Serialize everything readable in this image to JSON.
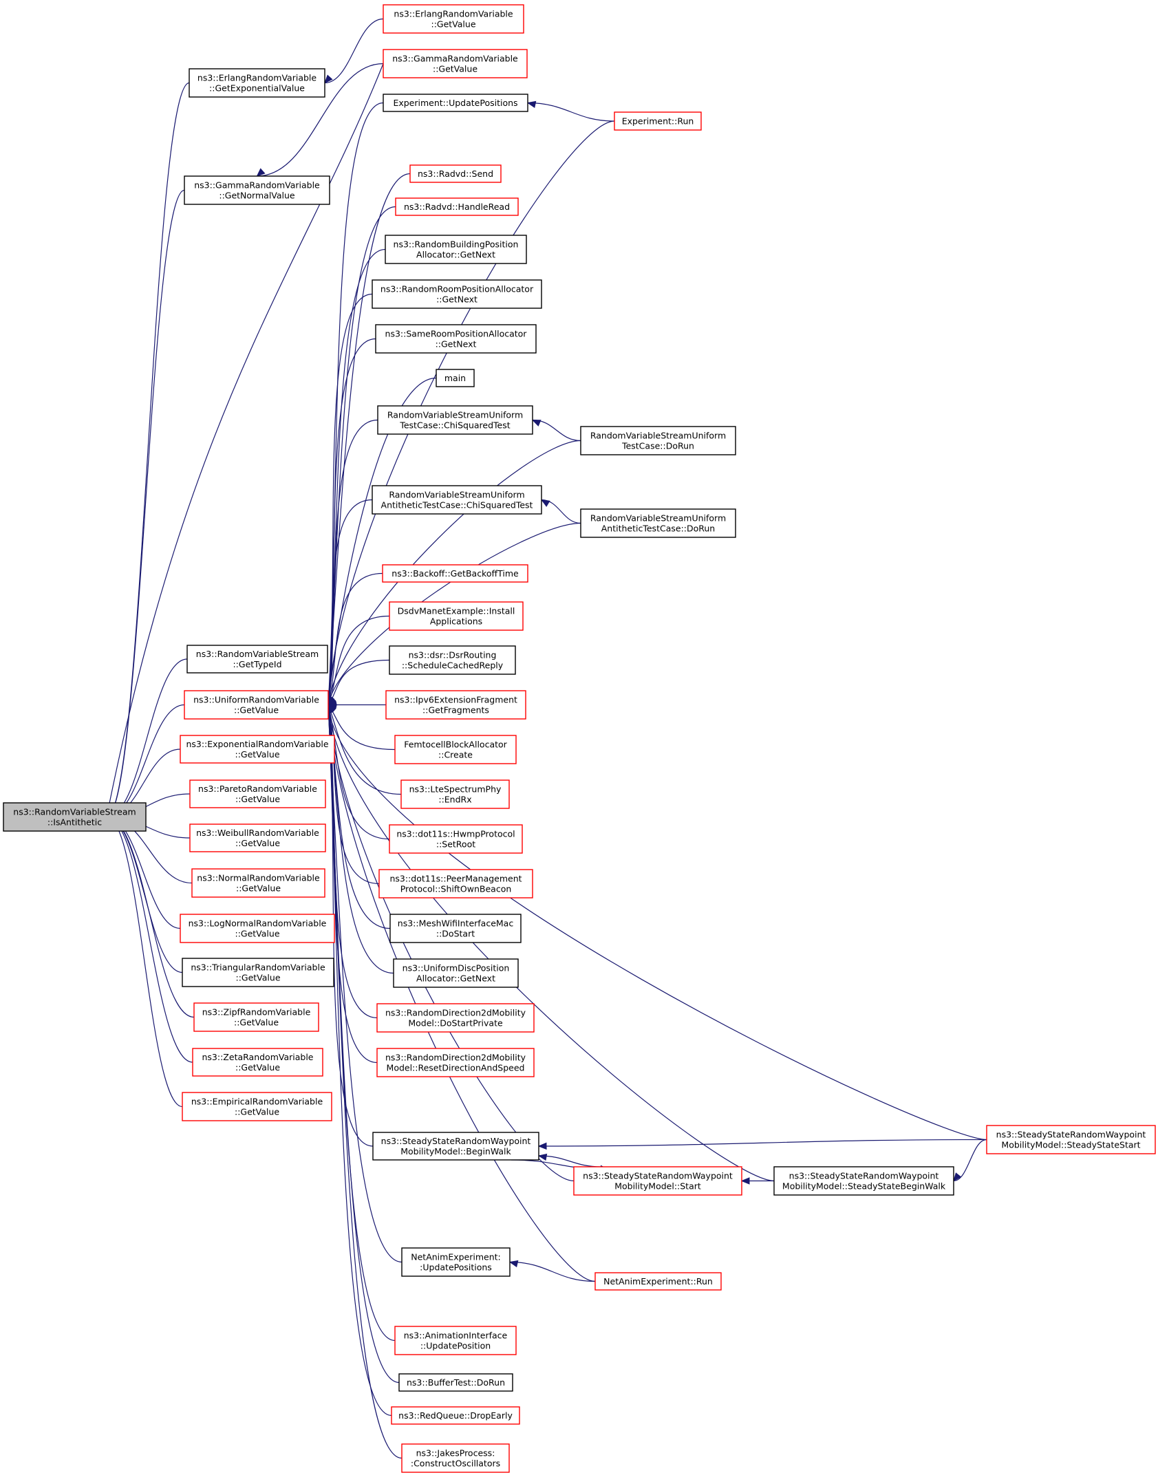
{
  "colors": {
    "edge": "#191970",
    "border_plain": "#000000",
    "border_incomplete": "#ff0000",
    "root_fill": "#bfbfbf",
    "node_fill": "#ffffff"
  },
  "root": {
    "id": "root",
    "lines": [
      "ns3::RandomVariableStream",
      "::IsAntithetic"
    ]
  },
  "callers": [
    {
      "id": "erlang_exp",
      "lines": [
        "ns3::ErlangRandomVariable",
        "::GetExponentialValue"
      ],
      "border": "black"
    },
    {
      "id": "gamma_norm",
      "lines": [
        "ns3::GammaRandomVariable",
        "::GetNormalValue"
      ],
      "border": "black"
    },
    {
      "id": "rvs_typeid",
      "lines": [
        "ns3::RandomVariableStream",
        "::GetTypeId"
      ],
      "border": "black"
    },
    {
      "id": "uniform_gv",
      "lines": [
        "ns3::UniformRandomVariable",
        "::GetValue"
      ],
      "border": "red"
    },
    {
      "id": "expo_gv",
      "lines": [
        "ns3::ExponentialRandomVariable",
        "::GetValue"
      ],
      "border": "red"
    },
    {
      "id": "pareto_gv",
      "lines": [
        "ns3::ParetoRandomVariable",
        "::GetValue"
      ],
      "border": "red"
    },
    {
      "id": "weibull_gv",
      "lines": [
        "ns3::WeibullRandomVariable",
        "::GetValue"
      ],
      "border": "red"
    },
    {
      "id": "normal_gv",
      "lines": [
        "ns3::NormalRandomVariable",
        "::GetValue"
      ],
      "border": "red"
    },
    {
      "id": "lognormal_gv",
      "lines": [
        "ns3::LogNormalRandomVariable",
        "::GetValue"
      ],
      "border": "red"
    },
    {
      "id": "triangular_gv",
      "lines": [
        "ns3::TriangularRandomVariable",
        "::GetValue"
      ],
      "border": "black"
    },
    {
      "id": "zipf_gv",
      "lines": [
        "ns3::ZipfRandomVariable",
        "::GetValue"
      ],
      "border": "red"
    },
    {
      "id": "zeta_gv",
      "lines": [
        "ns3::ZetaRandomVariable",
        "::GetValue"
      ],
      "border": "red"
    },
    {
      "id": "empirical_gv",
      "lines": [
        "ns3::EmpiricalRandomVariable",
        "::GetValue"
      ],
      "border": "red"
    },
    {
      "id": "erlang_gv",
      "lines": [
        "ns3::ErlangRandomVariable",
        "::GetValue"
      ],
      "border": "red"
    },
    {
      "id": "gamma_gv",
      "lines": [
        "ns3::GammaRandomVariable",
        "::GetValue"
      ],
      "border": "red"
    },
    {
      "id": "exp_updpos",
      "lines": [
        "Experiment::UpdatePositions"
      ],
      "border": "black"
    },
    {
      "id": "exp_run",
      "lines": [
        "Experiment::Run"
      ],
      "border": "red"
    },
    {
      "id": "radvd_send",
      "lines": [
        "ns3::Radvd::Send"
      ],
      "border": "red"
    },
    {
      "id": "radvd_hr",
      "lines": [
        "ns3::Radvd::HandleRead"
      ],
      "border": "red"
    },
    {
      "id": "rbpa",
      "lines": [
        "ns3::RandomBuildingPosition",
        "Allocator::GetNext"
      ],
      "border": "black"
    },
    {
      "id": "rrpa",
      "lines": [
        "ns3::RandomRoomPositionAllocator",
        "::GetNext"
      ],
      "border": "black"
    },
    {
      "id": "srpa",
      "lines": [
        "ns3::SameRoomPositionAllocator",
        "::GetNext"
      ],
      "border": "black"
    },
    {
      "id": "main",
      "lines": [
        "main"
      ],
      "border": "black"
    },
    {
      "id": "rvsu_chi",
      "lines": [
        "RandomVariableStreamUniform",
        "TestCase::ChiSquaredTest"
      ],
      "border": "black"
    },
    {
      "id": "rvsu_dorun",
      "lines": [
        "RandomVariableStreamUniform",
        "TestCase::DoRun"
      ],
      "border": "black"
    },
    {
      "id": "rvsua_chi",
      "lines": [
        "RandomVariableStreamUniform",
        "AntitheticTestCase::ChiSquaredTest"
      ],
      "border": "black"
    },
    {
      "id": "rvsua_dorun",
      "lines": [
        "RandomVariableStreamUniform",
        "AntitheticTestCase::DoRun"
      ],
      "border": "black"
    },
    {
      "id": "backoff",
      "lines": [
        "ns3::Backoff::GetBackoffTime"
      ],
      "border": "red"
    },
    {
      "id": "dsdv",
      "lines": [
        "DsdvManetExample::Install",
        "Applications"
      ],
      "border": "red"
    },
    {
      "id": "dsr",
      "lines": [
        "ns3::dsr::DsrRouting",
        "::ScheduleCachedReply"
      ],
      "border": "black"
    },
    {
      "id": "ipv6frag",
      "lines": [
        "ns3::Ipv6ExtensionFragment",
        "::GetFragments"
      ],
      "border": "red"
    },
    {
      "id": "femto",
      "lines": [
        "FemtocellBlockAllocator",
        "::Create"
      ],
      "border": "red"
    },
    {
      "id": "lte",
      "lines": [
        "ns3::LteSpectrumPhy",
        "::EndRx"
      ],
      "border": "red"
    },
    {
      "id": "hwmp",
      "lines": [
        "ns3::dot11s::HwmpProtocol",
        "::SetRoot"
      ],
      "border": "red"
    },
    {
      "id": "peer",
      "lines": [
        "ns3::dot11s::PeerManagement",
        "Protocol::ShiftOwnBeacon"
      ],
      "border": "red"
    },
    {
      "id": "meshwifi",
      "lines": [
        "ns3::MeshWifiInterfaceMac",
        "::DoStart"
      ],
      "border": "black"
    },
    {
      "id": "udpa",
      "lines": [
        "ns3::UniformDiscPosition",
        "Allocator::GetNext"
      ],
      "border": "black"
    },
    {
      "id": "rd2d_start",
      "lines": [
        "ns3::RandomDirection2dMobility",
        "Model::DoStartPrivate"
      ],
      "border": "red"
    },
    {
      "id": "rd2d_reset",
      "lines": [
        "ns3::RandomDirection2dMobility",
        "Model::ResetDirectionAndSpeed"
      ],
      "border": "red"
    },
    {
      "id": "ssrwp_ss",
      "lines": [
        "ns3::SteadyStateRandomWaypoint",
        "MobilityModel::SteadyStateStart"
      ],
      "border": "red"
    },
    {
      "id": "ssrwp_bw",
      "lines": [
        "ns3::SteadyStateRandomWaypoint",
        "MobilityModel::BeginWalk"
      ],
      "border": "black"
    },
    {
      "id": "ssrwp_start",
      "lines": [
        "ns3::SteadyStateRandomWaypoint",
        "MobilityModel::Start"
      ],
      "border": "red"
    },
    {
      "id": "ssrwp_ssbw",
      "lines": [
        "ns3::SteadyStateRandomWaypoint",
        "MobilityModel::SteadyStateBeginWalk"
      ],
      "border": "black"
    },
    {
      "id": "nae_upd",
      "lines": [
        "NetAnimExperiment:",
        ":UpdatePositions"
      ],
      "border": "black"
    },
    {
      "id": "nae_run",
      "lines": [
        "NetAnimExperiment::Run"
      ],
      "border": "red"
    },
    {
      "id": "anim",
      "lines": [
        "ns3::AnimationInterface",
        "::UpdatePosition"
      ],
      "border": "red"
    },
    {
      "id": "buffer",
      "lines": [
        "ns3::BufferTest::DoRun"
      ],
      "border": "black"
    },
    {
      "id": "red",
      "lines": [
        "ns3::RedQueue::DropEarly"
      ],
      "border": "red"
    },
    {
      "id": "jakes",
      "lines": [
        "ns3::JakesProcess:",
        ":ConstructOscillators"
      ],
      "border": "red"
    }
  ],
  "edges": [
    [
      "root",
      "erlang_exp"
    ],
    [
      "root",
      "gamma_norm"
    ],
    [
      "root",
      "gamma_gv"
    ],
    [
      "root",
      "rvs_typeid"
    ],
    [
      "root",
      "uniform_gv"
    ],
    [
      "root",
      "expo_gv"
    ],
    [
      "root",
      "pareto_gv"
    ],
    [
      "root",
      "weibull_gv"
    ],
    [
      "root",
      "normal_gv"
    ],
    [
      "root",
      "lognormal_gv"
    ],
    [
      "root",
      "triangular_gv"
    ],
    [
      "root",
      "zipf_gv"
    ],
    [
      "root",
      "zeta_gv"
    ],
    [
      "root",
      "empirical_gv"
    ],
    [
      "erlang_exp",
      "erlang_gv"
    ],
    [
      "gamma_norm",
      "gamma_gv"
    ],
    [
      "uniform_gv",
      "exp_updpos"
    ],
    [
      "uniform_gv",
      "exp_run"
    ],
    [
      "uniform_gv",
      "radvd_send"
    ],
    [
      "uniform_gv",
      "radvd_hr"
    ],
    [
      "uniform_gv",
      "rbpa"
    ],
    [
      "uniform_gv",
      "rrpa"
    ],
    [
      "uniform_gv",
      "srpa"
    ],
    [
      "uniform_gv",
      "main"
    ],
    [
      "uniform_gv",
      "rvsu_chi"
    ],
    [
      "uniform_gv",
      "rvsu_dorun"
    ],
    [
      "uniform_gv",
      "rvsua_chi"
    ],
    [
      "uniform_gv",
      "rvsua_dorun"
    ],
    [
      "uniform_gv",
      "backoff"
    ],
    [
      "uniform_gv",
      "dsdv"
    ],
    [
      "uniform_gv",
      "dsr"
    ],
    [
      "uniform_gv",
      "ipv6frag"
    ],
    [
      "uniform_gv",
      "femto"
    ],
    [
      "uniform_gv",
      "lte"
    ],
    [
      "uniform_gv",
      "hwmp"
    ],
    [
      "uniform_gv",
      "peer"
    ],
    [
      "uniform_gv",
      "meshwifi"
    ],
    [
      "uniform_gv",
      "udpa"
    ],
    [
      "uniform_gv",
      "rd2d_start"
    ],
    [
      "uniform_gv",
      "rd2d_reset"
    ],
    [
      "uniform_gv",
      "ssrwp_ss"
    ],
    [
      "uniform_gv",
      "ssrwp_bw"
    ],
    [
      "uniform_gv",
      "ssrwp_start"
    ],
    [
      "uniform_gv",
      "ssrwp_ssbw"
    ],
    [
      "uniform_gv",
      "nae_upd"
    ],
    [
      "uniform_gv",
      "nae_run"
    ],
    [
      "uniform_gv",
      "anim"
    ],
    [
      "uniform_gv",
      "buffer"
    ],
    [
      "uniform_gv",
      "red"
    ],
    [
      "uniform_gv",
      "jakes"
    ],
    [
      "exp_updpos",
      "exp_run"
    ],
    [
      "rvsu_chi",
      "rvsu_dorun"
    ],
    [
      "rvsua_chi",
      "rvsua_dorun"
    ],
    [
      "ssrwp_bw",
      "ssrwp_ss"
    ],
    [
      "ssrwp_bw",
      "ssrwp_start"
    ],
    [
      "ssrwp_start",
      "ssrwp_bw"
    ],
    [
      "ssrwp_start",
      "ssrwp_ssbw"
    ],
    [
      "ssrwp_ssbw",
      "ssrwp_ss"
    ],
    [
      "nae_upd",
      "nae_run"
    ]
  ]
}
